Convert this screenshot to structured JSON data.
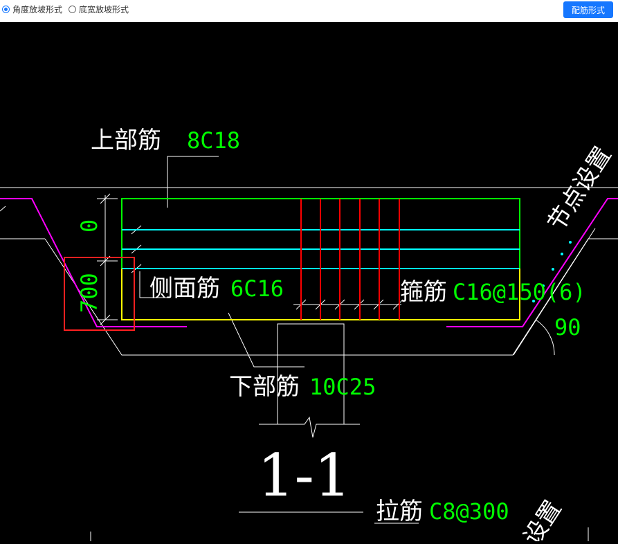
{
  "toolbar": {
    "slope_options": [
      {
        "label": "角度放坡形式",
        "selected": true
      },
      {
        "label": "底宽放坡形式",
        "selected": false
      }
    ],
    "rebar_button_label": "配筋形式"
  },
  "drawing": {
    "top_rebar": {
      "label": "上部筋",
      "value": "8C18"
    },
    "side_rebar": {
      "label": "侧面筋",
      "value": "6C16"
    },
    "stirrup": {
      "label": "箍筋",
      "value": "C16@150(6)"
    },
    "bottom_rebar": {
      "label": "下部筋",
      "value": "10C25"
    },
    "tie_rebar": {
      "label": "拉筋",
      "value": "C8@300"
    },
    "section_label": "1-1",
    "node_setting_label": "节点设置",
    "node_setting_label_partial": "设置",
    "dim_top": "0",
    "dim_height": "700",
    "slope_angle": "90",
    "colors": {
      "green": "#00ff00",
      "cyan": "#00ffff",
      "red": "#ff0000",
      "yellow": "#ffff00",
      "magenta": "#ff00ff",
      "white": "#ffffff",
      "highlight": "#ff2020"
    }
  }
}
